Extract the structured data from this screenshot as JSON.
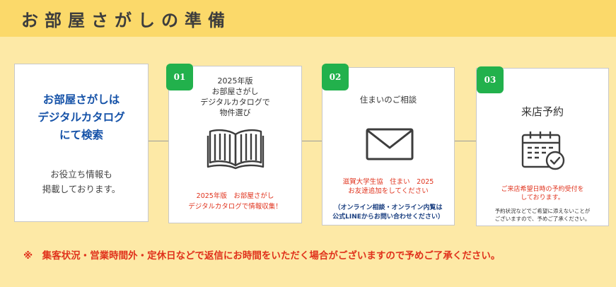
{
  "header": {
    "title": "お部屋さがしの準備"
  },
  "intro": {
    "title_lines": [
      "お部屋さがしは",
      "デジタルカタログ",
      "にて検索"
    ],
    "body_lines": [
      "お役立ち情報も",
      "掲載しております。"
    ]
  },
  "steps": [
    {
      "badge": "01",
      "title_lines": [
        "2025年版",
        "お部屋さがし",
        "デジタルカタログで",
        "物件選び"
      ],
      "icon": "open-book-icon",
      "note_lines": [
        "2025年版　お部屋さがし",
        "デジタルカタログで情報収集！"
      ]
    },
    {
      "badge": "02",
      "title_lines": [
        "住まいのご相談"
      ],
      "icon": "envelope-icon",
      "note_lines": [
        "滋賀大学生協　住まい　2025",
        "お友達追加をしてください"
      ],
      "sub_lines": [
        "（オンライン相談・オンライン内覧は",
        "公式LINEからお問い合わせください）"
      ]
    },
    {
      "badge": "03",
      "title_lines": [
        "来店予約"
      ],
      "icon": "calendar-check-icon",
      "note_lines": [
        "ご来店希望日時の予約受付を",
        "しております。"
      ],
      "sub_lines": [
        "予約状況などでご希望に添えないことが",
        "ございますので、予めご了承ください。"
      ]
    }
  ],
  "footnote": "※　集客状況・営業時間外・定休日などで返信にお時間をいただく場合がございますので予めご了承ください。",
  "colors": {
    "header_bg": "#fbd96a",
    "page_bg": "#fde9a6",
    "badge": "#22b14c",
    "red": "#e0321c",
    "blue": "#1552a8"
  }
}
